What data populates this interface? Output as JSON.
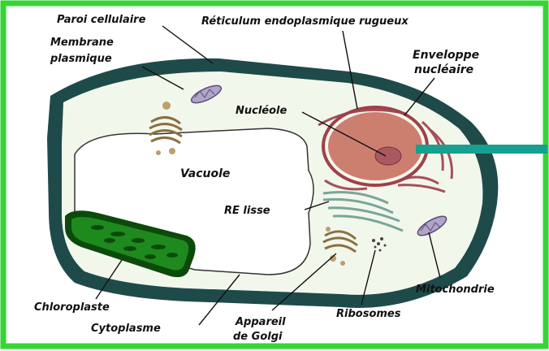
{
  "labels": {
    "paroi": "Paroi cellulaire",
    "reticulum": "Réticulum endoplasmique rugueux",
    "membrane_line1": "Membrane",
    "membrane_line2": "plasmique",
    "enveloppe_line1": "Enveloppe",
    "enveloppe_line2": "nucléaire",
    "nucleole": "Nucléole",
    "vacuole": "Vacuole",
    "re_lisse": "RE lisse",
    "mitochondrie": "Mitochondrie",
    "chloroplaste": "Chloroplaste",
    "cytoplasme": "Cytoplasme",
    "ribosomes": "Ribosomes",
    "golgi_line1": "Appareil",
    "golgi_line2": "de Golgi"
  },
  "colors": {
    "border": "#33d633",
    "cell_wall": "#1f4a4a",
    "cytoplasm": "#f2f7ec",
    "nucleus": "#cc7f6f",
    "nucleus_envelope": "#a04048",
    "rough_er": "#a4505a",
    "smooth_er": "#7aa59a",
    "chloroplast": "#1e8a1e",
    "chloroplast_dark": "#0c4a0c",
    "mitochondria": "#b0a4c8",
    "golgi": "#b8a070",
    "pointer_bar": "#16a090"
  }
}
